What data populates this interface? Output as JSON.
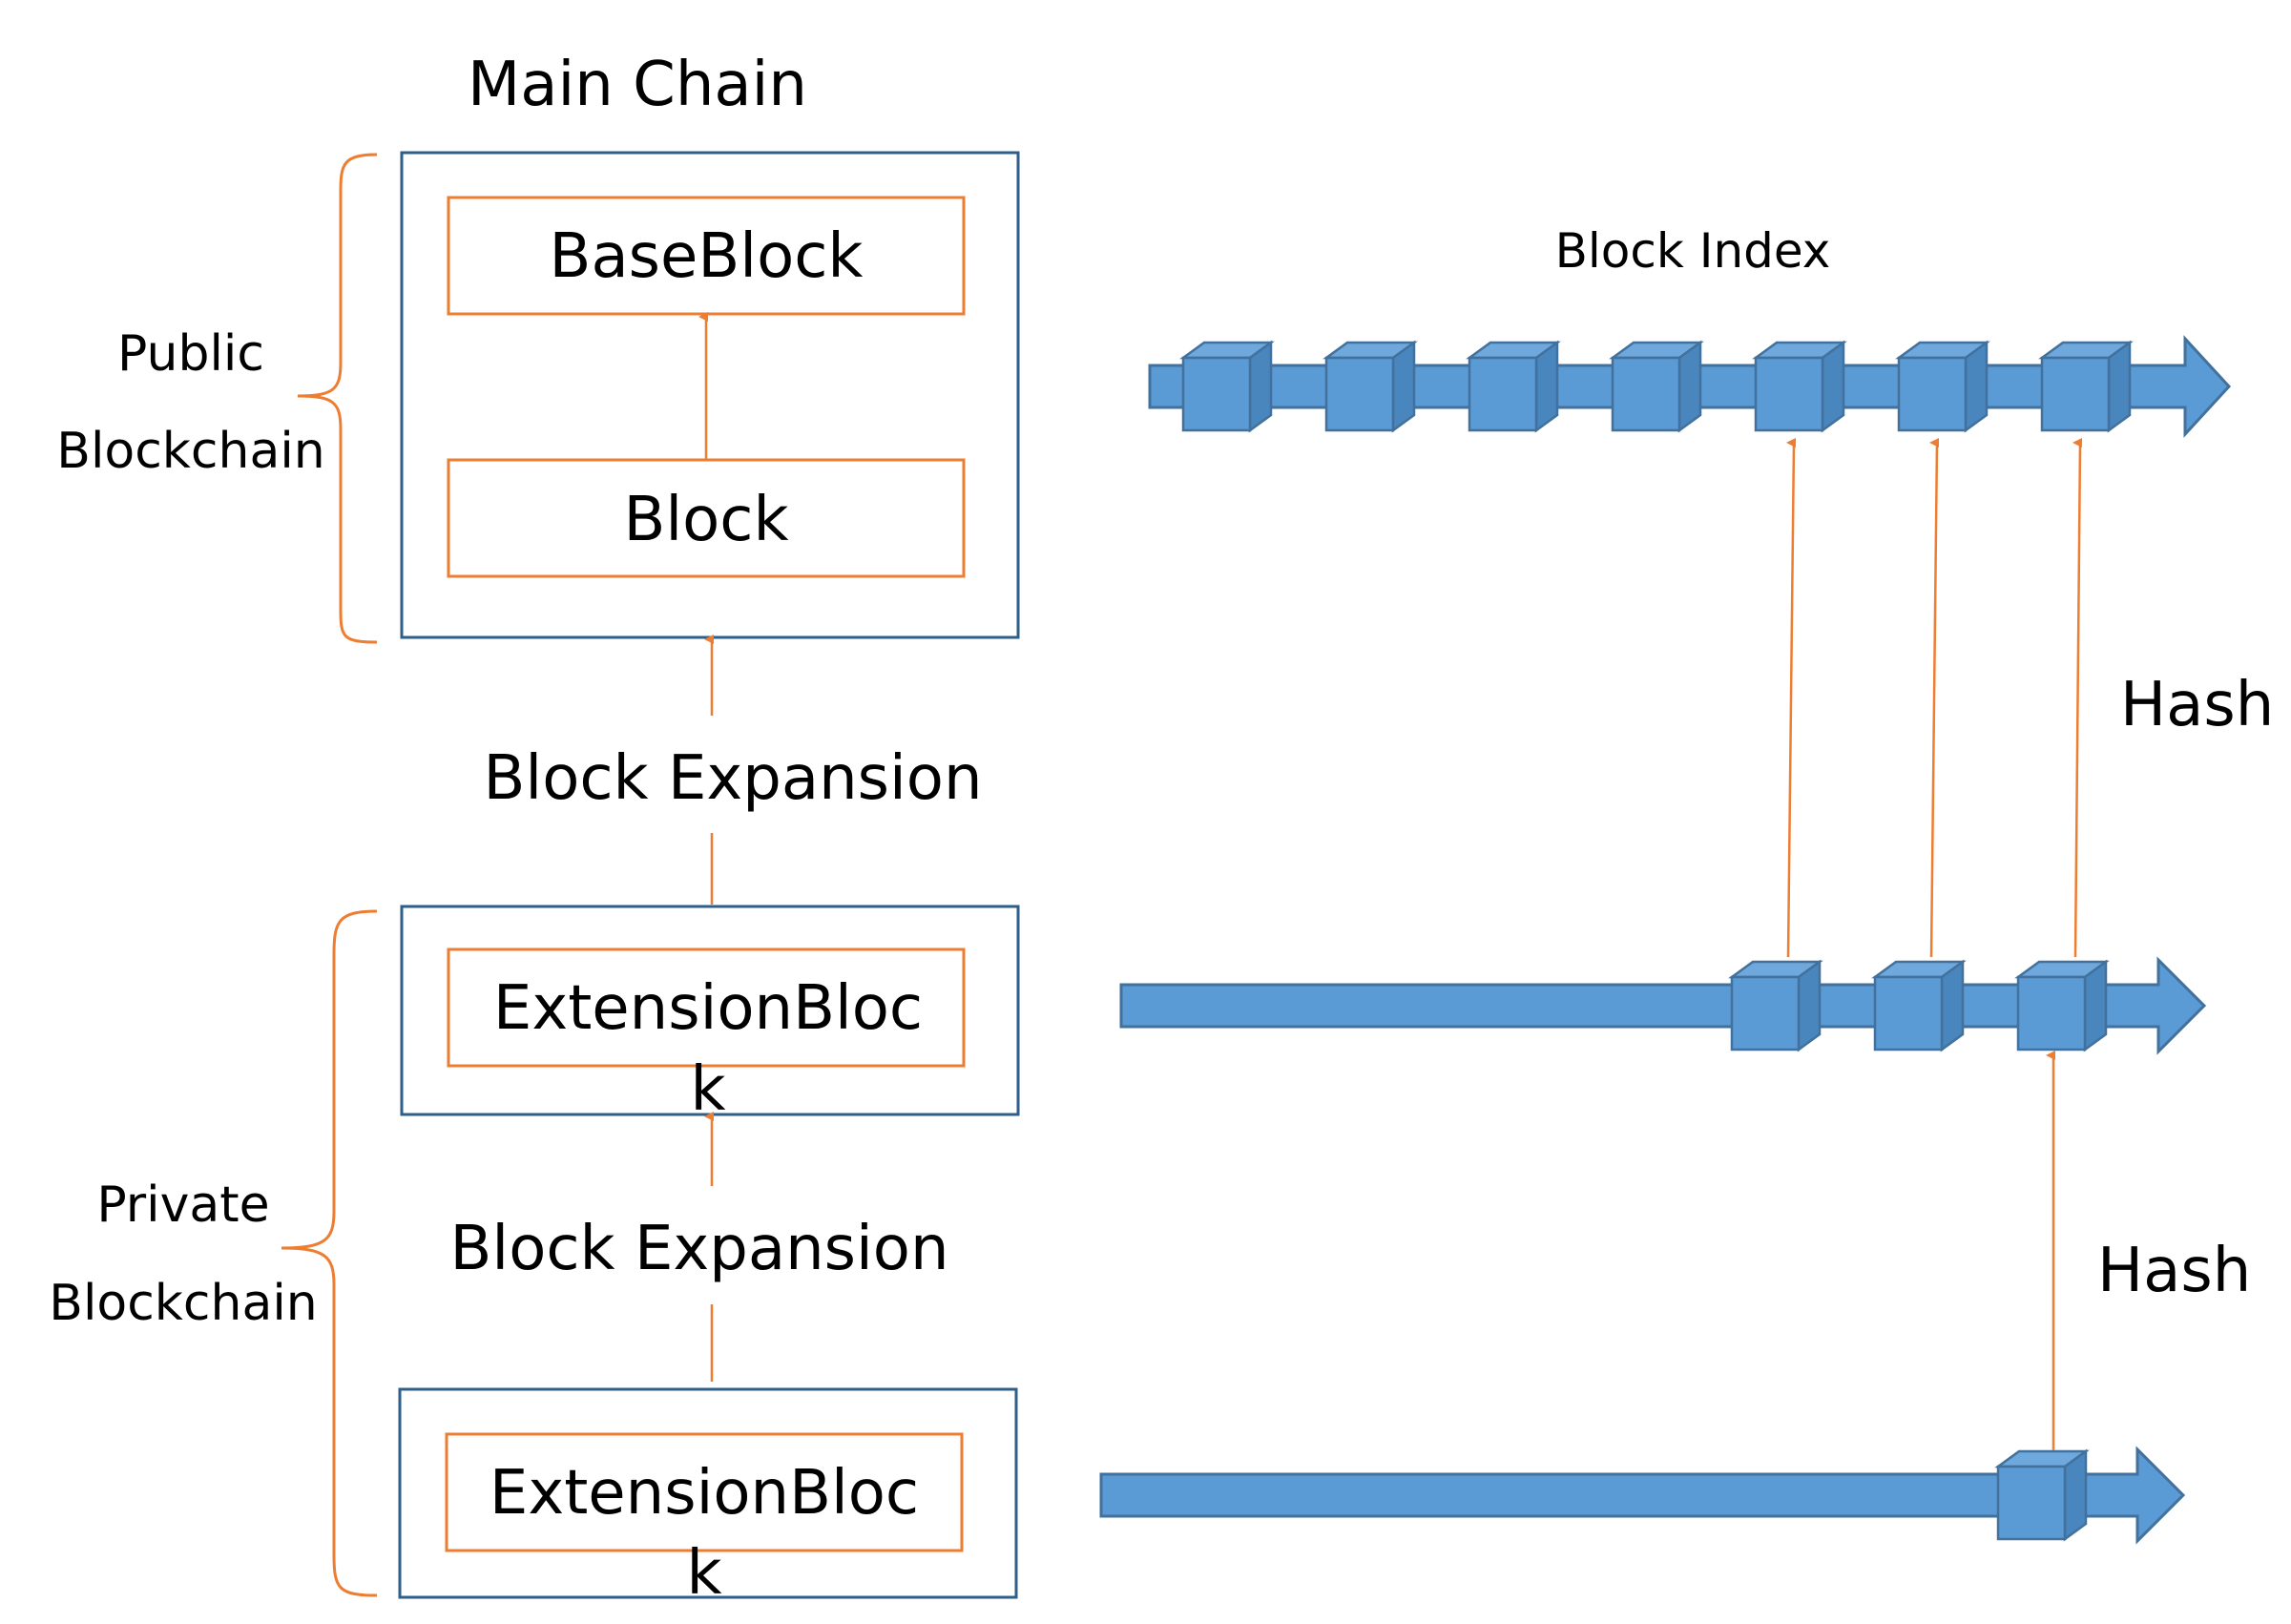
{
  "title": "Main Chain",
  "block_index_label": "Block Index",
  "groups": {
    "public": {
      "line1": "Public",
      "line2": "Blockchain"
    },
    "private": {
      "line1": "Private",
      "line2": "Blockchain"
    }
  },
  "main_box": {
    "top_block": "BaseBlock",
    "bottom_block": "Block"
  },
  "expansion_labels": [
    "Block Expansion",
    "Block Expansion"
  ],
  "extension_boxes": [
    {
      "line1": "ExtensionBloc",
      "line2": "k"
    },
    {
      "line1": "ExtensionBloc",
      "line2": "k"
    }
  ],
  "hash_labels": [
    "Hash",
    "Hash"
  ],
  "chains": [
    {
      "name": "block-index-chain",
      "cube_count": 7
    },
    {
      "name": "private-chain-1",
      "cube_count": 3
    },
    {
      "name": "private-chain-2",
      "cube_count": 1
    }
  ],
  "colors": {
    "chain_fill": "#5B9BD5",
    "chain_stroke": "#41719C",
    "arrow": "#ED7D31",
    "box_outer": "#2E5F8A",
    "box_inner": "#ED7D31"
  }
}
